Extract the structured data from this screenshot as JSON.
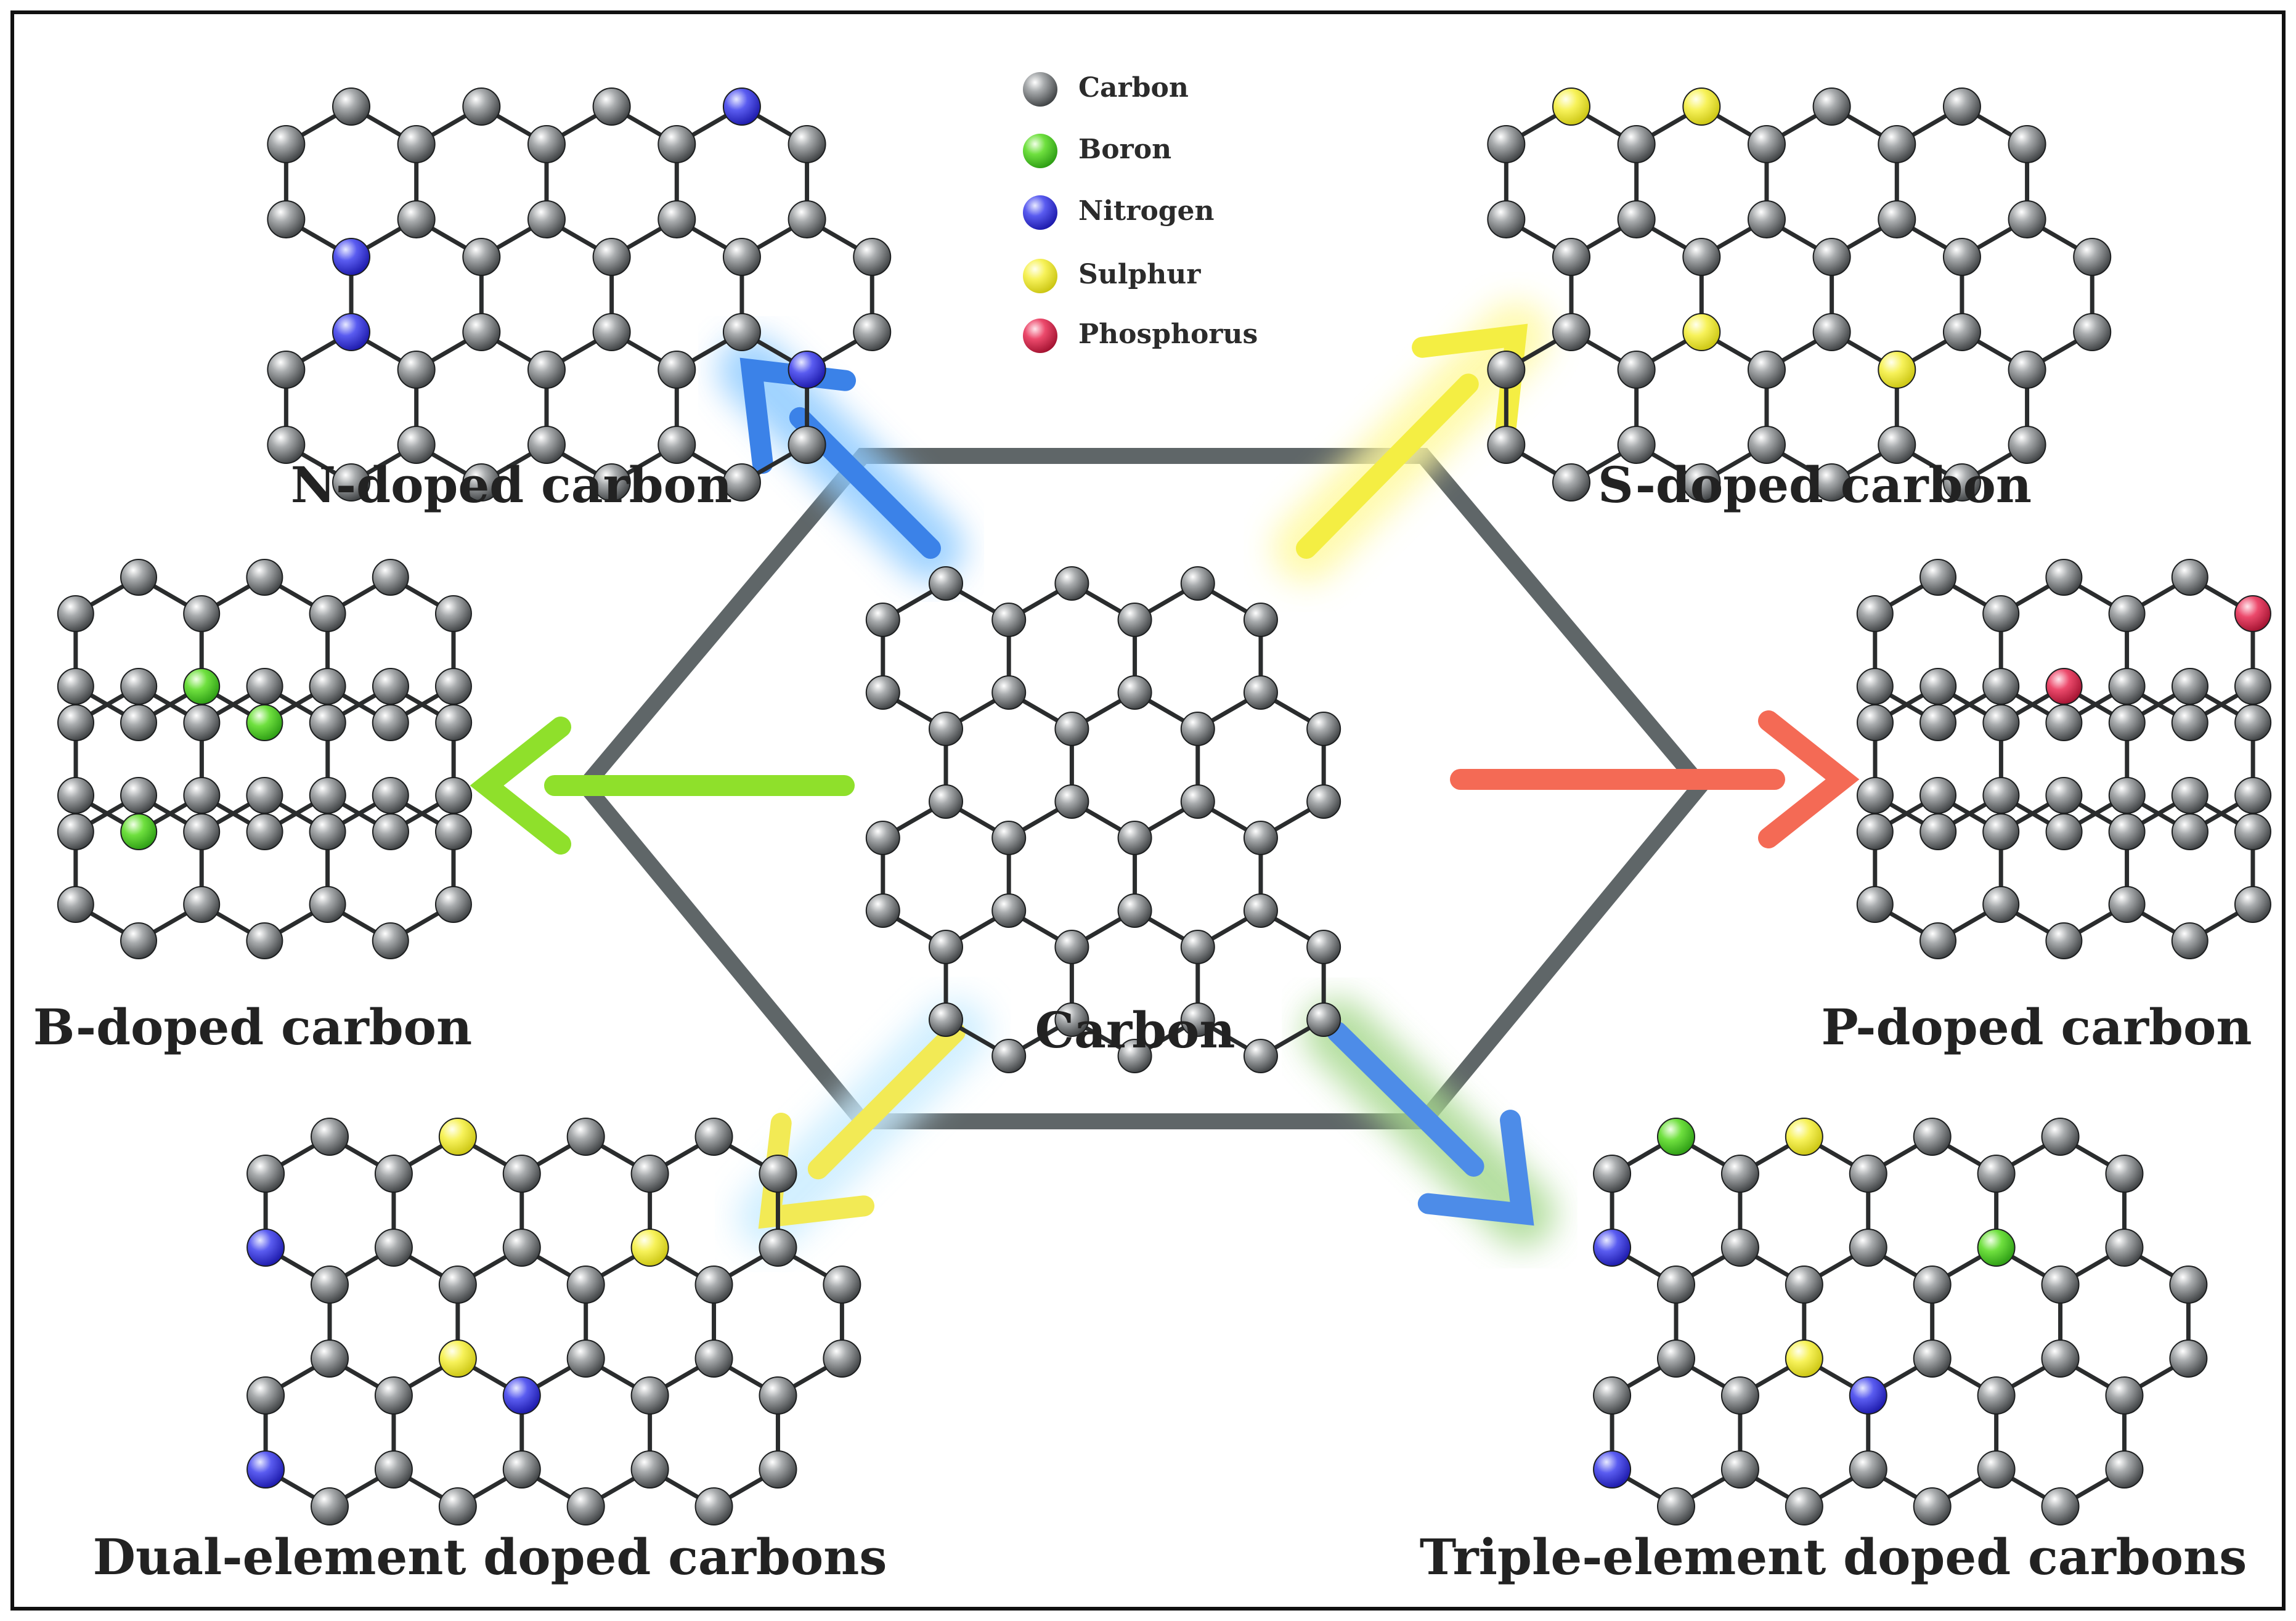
{
  "center_label": "Carbon",
  "legend": [
    {
      "label": "Carbon",
      "color": "#5c5f61"
    },
    {
      "label": "Boron",
      "color": "#39d21a"
    },
    {
      "label": "Nitrogen",
      "color": "#2a22e0"
    },
    {
      "label": "Sulphur",
      "color": "#e6e21a"
    },
    {
      "label": "Phosphorus",
      "color": "#d81f45"
    }
  ],
  "panels": [
    {
      "key": "n",
      "label": "N-doped carbon"
    },
    {
      "key": "s",
      "label": "S-doped carbon"
    },
    {
      "key": "b",
      "label": "B-doped carbon"
    },
    {
      "key": "p",
      "label": "P-doped carbon"
    },
    {
      "key": "dual",
      "label": "Dual-element doped carbons"
    },
    {
      "key": "triple",
      "label": "Triple-element doped carbons"
    }
  ],
  "arrows": [
    {
      "target": "n",
      "color": "#3b82e8",
      "glow": "#8ecbff"
    },
    {
      "target": "s",
      "color": "#f4ee43",
      "glow": "#fff9a0"
    },
    {
      "target": "b",
      "color": "#8fe02b",
      "glow": "#c8f7a0"
    },
    {
      "target": "p",
      "color": "#f46a55",
      "glow": "#ffb0c0"
    },
    {
      "target": "dual",
      "color": "#f2ea55",
      "glow": "#c9ecff"
    },
    {
      "target": "triple",
      "color": "#4d8ce8",
      "glow": "#a8d990"
    }
  ]
}
